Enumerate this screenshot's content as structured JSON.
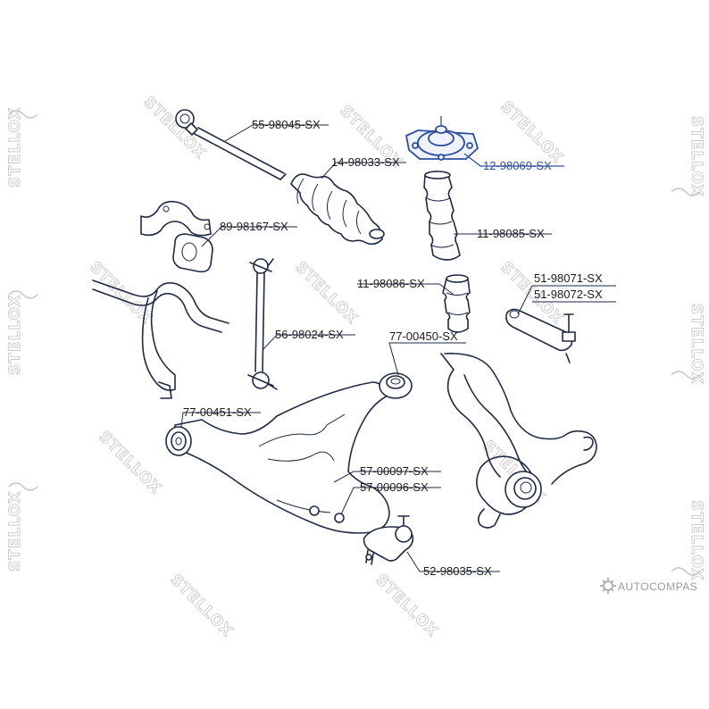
{
  "watermark": {
    "text": "STELLOX"
  },
  "brand": {
    "text": "AUTOCOMPAS"
  },
  "colors": {
    "line": "#1f2a44",
    "highlight": "#2f4f9e",
    "watermark": "#c4c4c4"
  },
  "callouts": [
    {
      "id": "inner-tie-rod",
      "label": "55-98045-SX"
    },
    {
      "id": "steering-boot",
      "label": "14-98033-SX"
    },
    {
      "id": "strut-mount",
      "label": "12-98069-SX",
      "highlight": true
    },
    {
      "id": "stabilizer-bushing",
      "label": "89-98167-SX"
    },
    {
      "id": "strut-dust-boot",
      "label": "11-98085-SX"
    },
    {
      "id": "bump-stop",
      "label": "11-98086-SX"
    },
    {
      "id": "tie-rod-end-1",
      "label": "51-98071-SX"
    },
    {
      "id": "tie-rod-end-2",
      "label": "51-98072-SX"
    },
    {
      "id": "stabilizer-link",
      "label": "56-98024-SX"
    },
    {
      "id": "arm-bushing-front",
      "label": "77-00450-SX"
    },
    {
      "id": "arm-bushing-rear",
      "label": "77-00451-SX"
    },
    {
      "id": "control-arm-1",
      "label": "57-00097-SX"
    },
    {
      "id": "control-arm-2",
      "label": "57-00096-SX"
    },
    {
      "id": "ball-joint",
      "label": "52-98035-SX"
    }
  ]
}
